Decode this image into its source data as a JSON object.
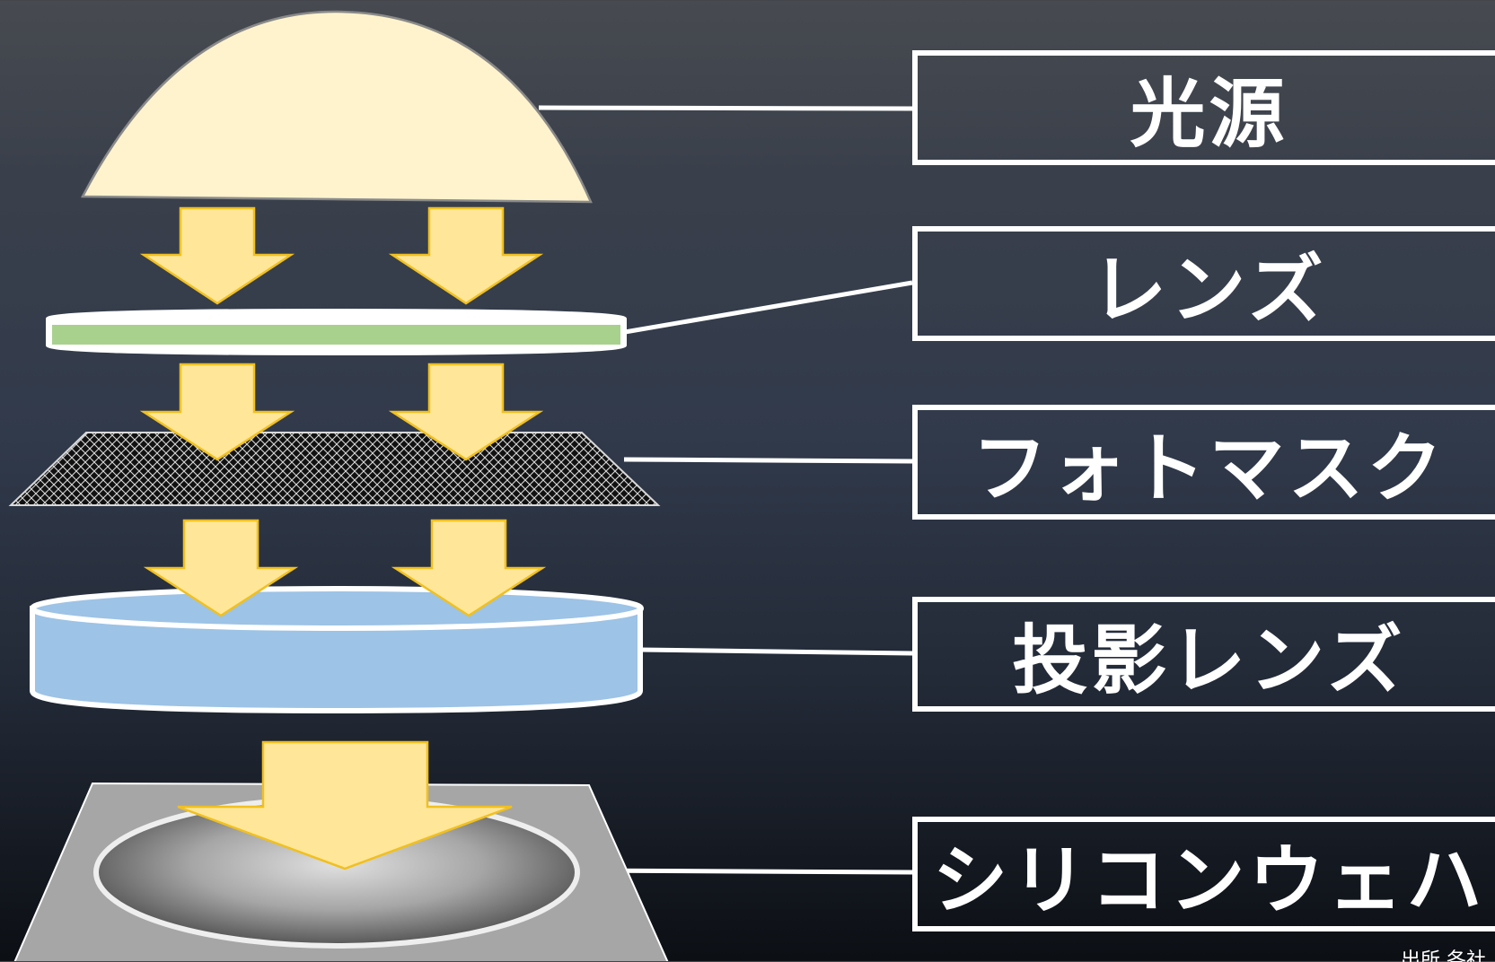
{
  "labels": {
    "light_source": "光源",
    "lens": "レンズ",
    "photomask": "フォトマスク",
    "projection_lens": "投影レンズ",
    "silicon_wafer": "シリコンウェハ"
  },
  "source_note": "出所 各社",
  "colors": {
    "light_source_fill": "#fff3cd",
    "arrow_fill": "#ffe699",
    "arrow_stroke": "#f0c020",
    "lens_fill": "#a9d18e",
    "projection_lens_fill": "#9dc3e6",
    "wafer_stage_fill": "#a6a6a6",
    "box_border": "#ffffff"
  }
}
